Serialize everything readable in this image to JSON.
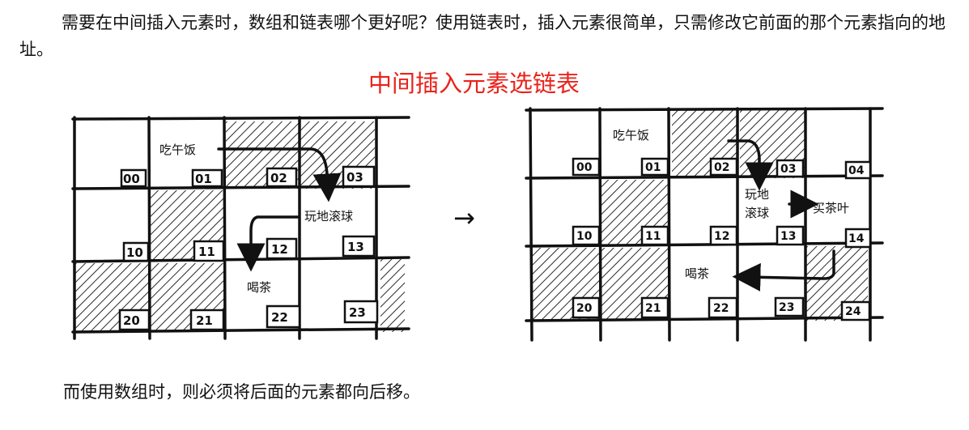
{
  "text": {
    "paragraph_top": "需要在中间插入元素时，数组和链表哪个更好呢？使用链表时，插入元素很简单，只需修改它前面的那个元素指向的地址。",
    "annotation": "中间插入元素选链表",
    "paragraph_bottom": "而使用数组时，则必须将后面的元素都向后移。"
  },
  "figure_left": {
    "cells": [
      "00",
      "01",
      "02",
      "03",
      "10",
      "11",
      "12",
      "13",
      "20",
      "21",
      "22",
      "23"
    ],
    "labels": {
      "lunch": "吃午饭",
      "frisbee": "玩地滚球",
      "tea": "喝茶"
    }
  },
  "transition_arrow": "→",
  "figure_right": {
    "cells": [
      "00",
      "01",
      "02",
      "03",
      "04",
      "10",
      "11",
      "12",
      "13",
      "14",
      "20",
      "21",
      "22",
      "23",
      "24"
    ],
    "labels": {
      "lunch": "吃午饭",
      "frisbee_line1": "玩地",
      "frisbee_line2": "滚球",
      "buy_tea": "买茶叶",
      "tea": "喝茶"
    }
  },
  "colors": {
    "annotation": "#e8231b",
    "ink": "#111111"
  }
}
